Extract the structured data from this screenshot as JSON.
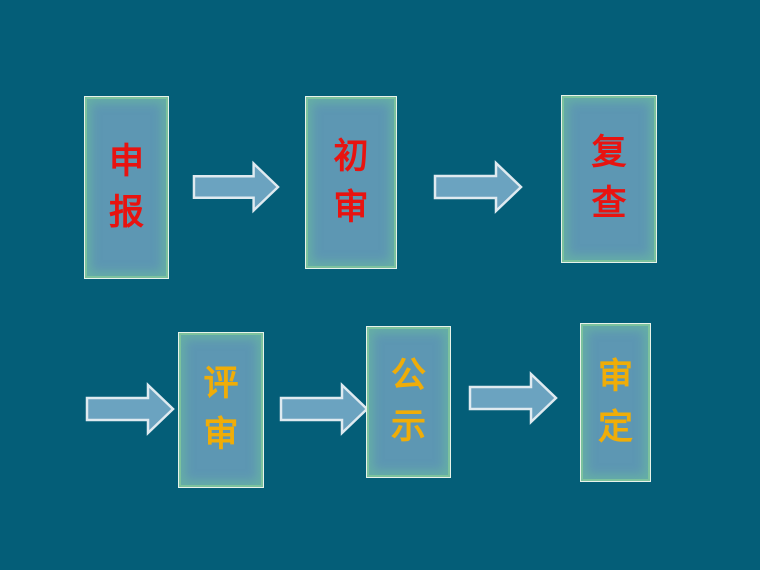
{
  "slide": {
    "type": "flowchart",
    "background_color": "#045e78",
    "rows": 2
  },
  "steps": [
    {
      "order": 1,
      "label": "申报",
      "row": "top",
      "text_color": "#e81310"
    },
    {
      "order": 2,
      "label": "初审",
      "row": "top",
      "text_color": "#e81310"
    },
    {
      "order": 3,
      "label": "复查",
      "row": "top",
      "text_color": "#e81310"
    },
    {
      "order": 4,
      "label": "评审",
      "row": "bottom",
      "text_color": "#f0ad07"
    },
    {
      "order": 5,
      "label": "公示",
      "row": "bottom",
      "text_color": "#f0ad07"
    },
    {
      "order": 6,
      "label": "审定",
      "row": "bottom",
      "text_color": "#f0ad07"
    }
  ],
  "connectors": {
    "glyph": "block-arrow-right",
    "count": 5,
    "fill": "#6ba3c0",
    "border": "#dfeaf0"
  },
  "shapes": {
    "box_fill": "#5d97b3",
    "box_border_inner": "#7cc29e",
    "box_border_outer": "#e7f3ea"
  }
}
